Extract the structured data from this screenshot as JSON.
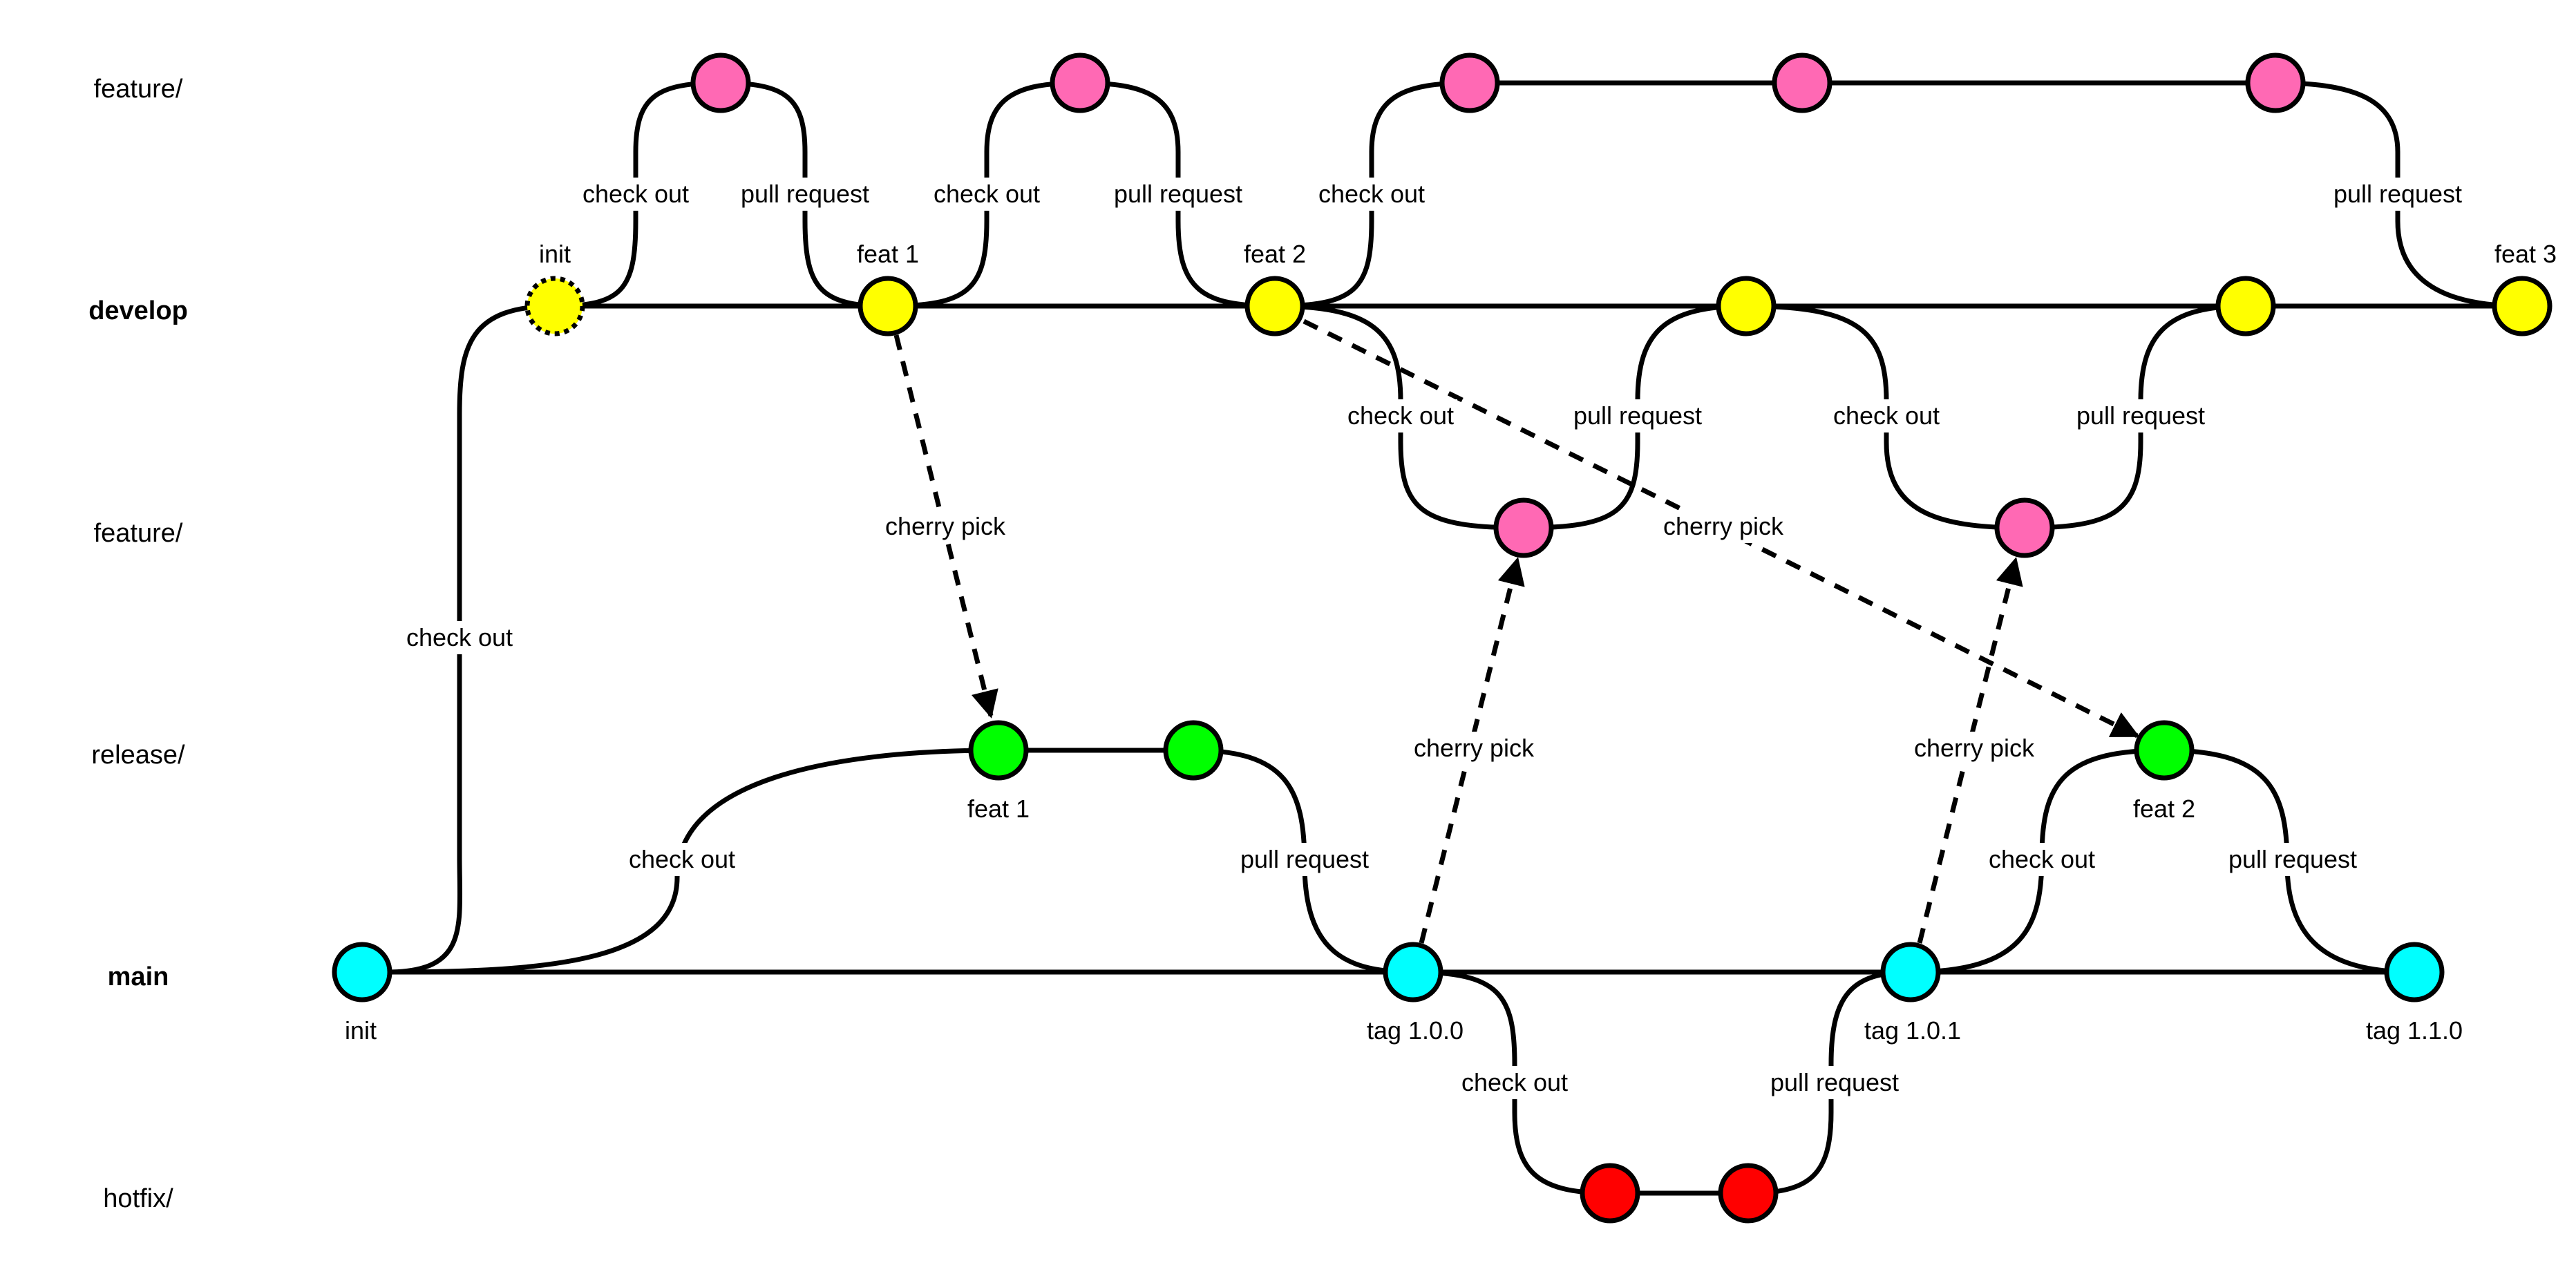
{
  "lanes": {
    "feature_top": "feature/",
    "develop": "develop",
    "feature_mid": "feature/",
    "release": "release/",
    "main": "main",
    "hotfix": "hotfix/"
  },
  "commits": {
    "develop_init": "init",
    "develop_feat1": "feat 1",
    "develop_feat2": "feat 2",
    "develop_feat3": "feat 3",
    "release_feat1": "feat 1",
    "release_feat2": "feat 2",
    "main_init": "init",
    "main_tag100": "tag 1.0.0",
    "main_tag101": "tag 1.0.1",
    "main_tag110": "tag 1.1.0"
  },
  "edges": {
    "check_out": "check out",
    "pull_request": "pull request",
    "cherry_pick": "cherry pick"
  },
  "colors": {
    "feature": "#ff69b4",
    "develop": "#ffff00",
    "release": "#00ff00",
    "main": "#00ffff",
    "hotfix": "#ff0000",
    "line": "#000000"
  }
}
